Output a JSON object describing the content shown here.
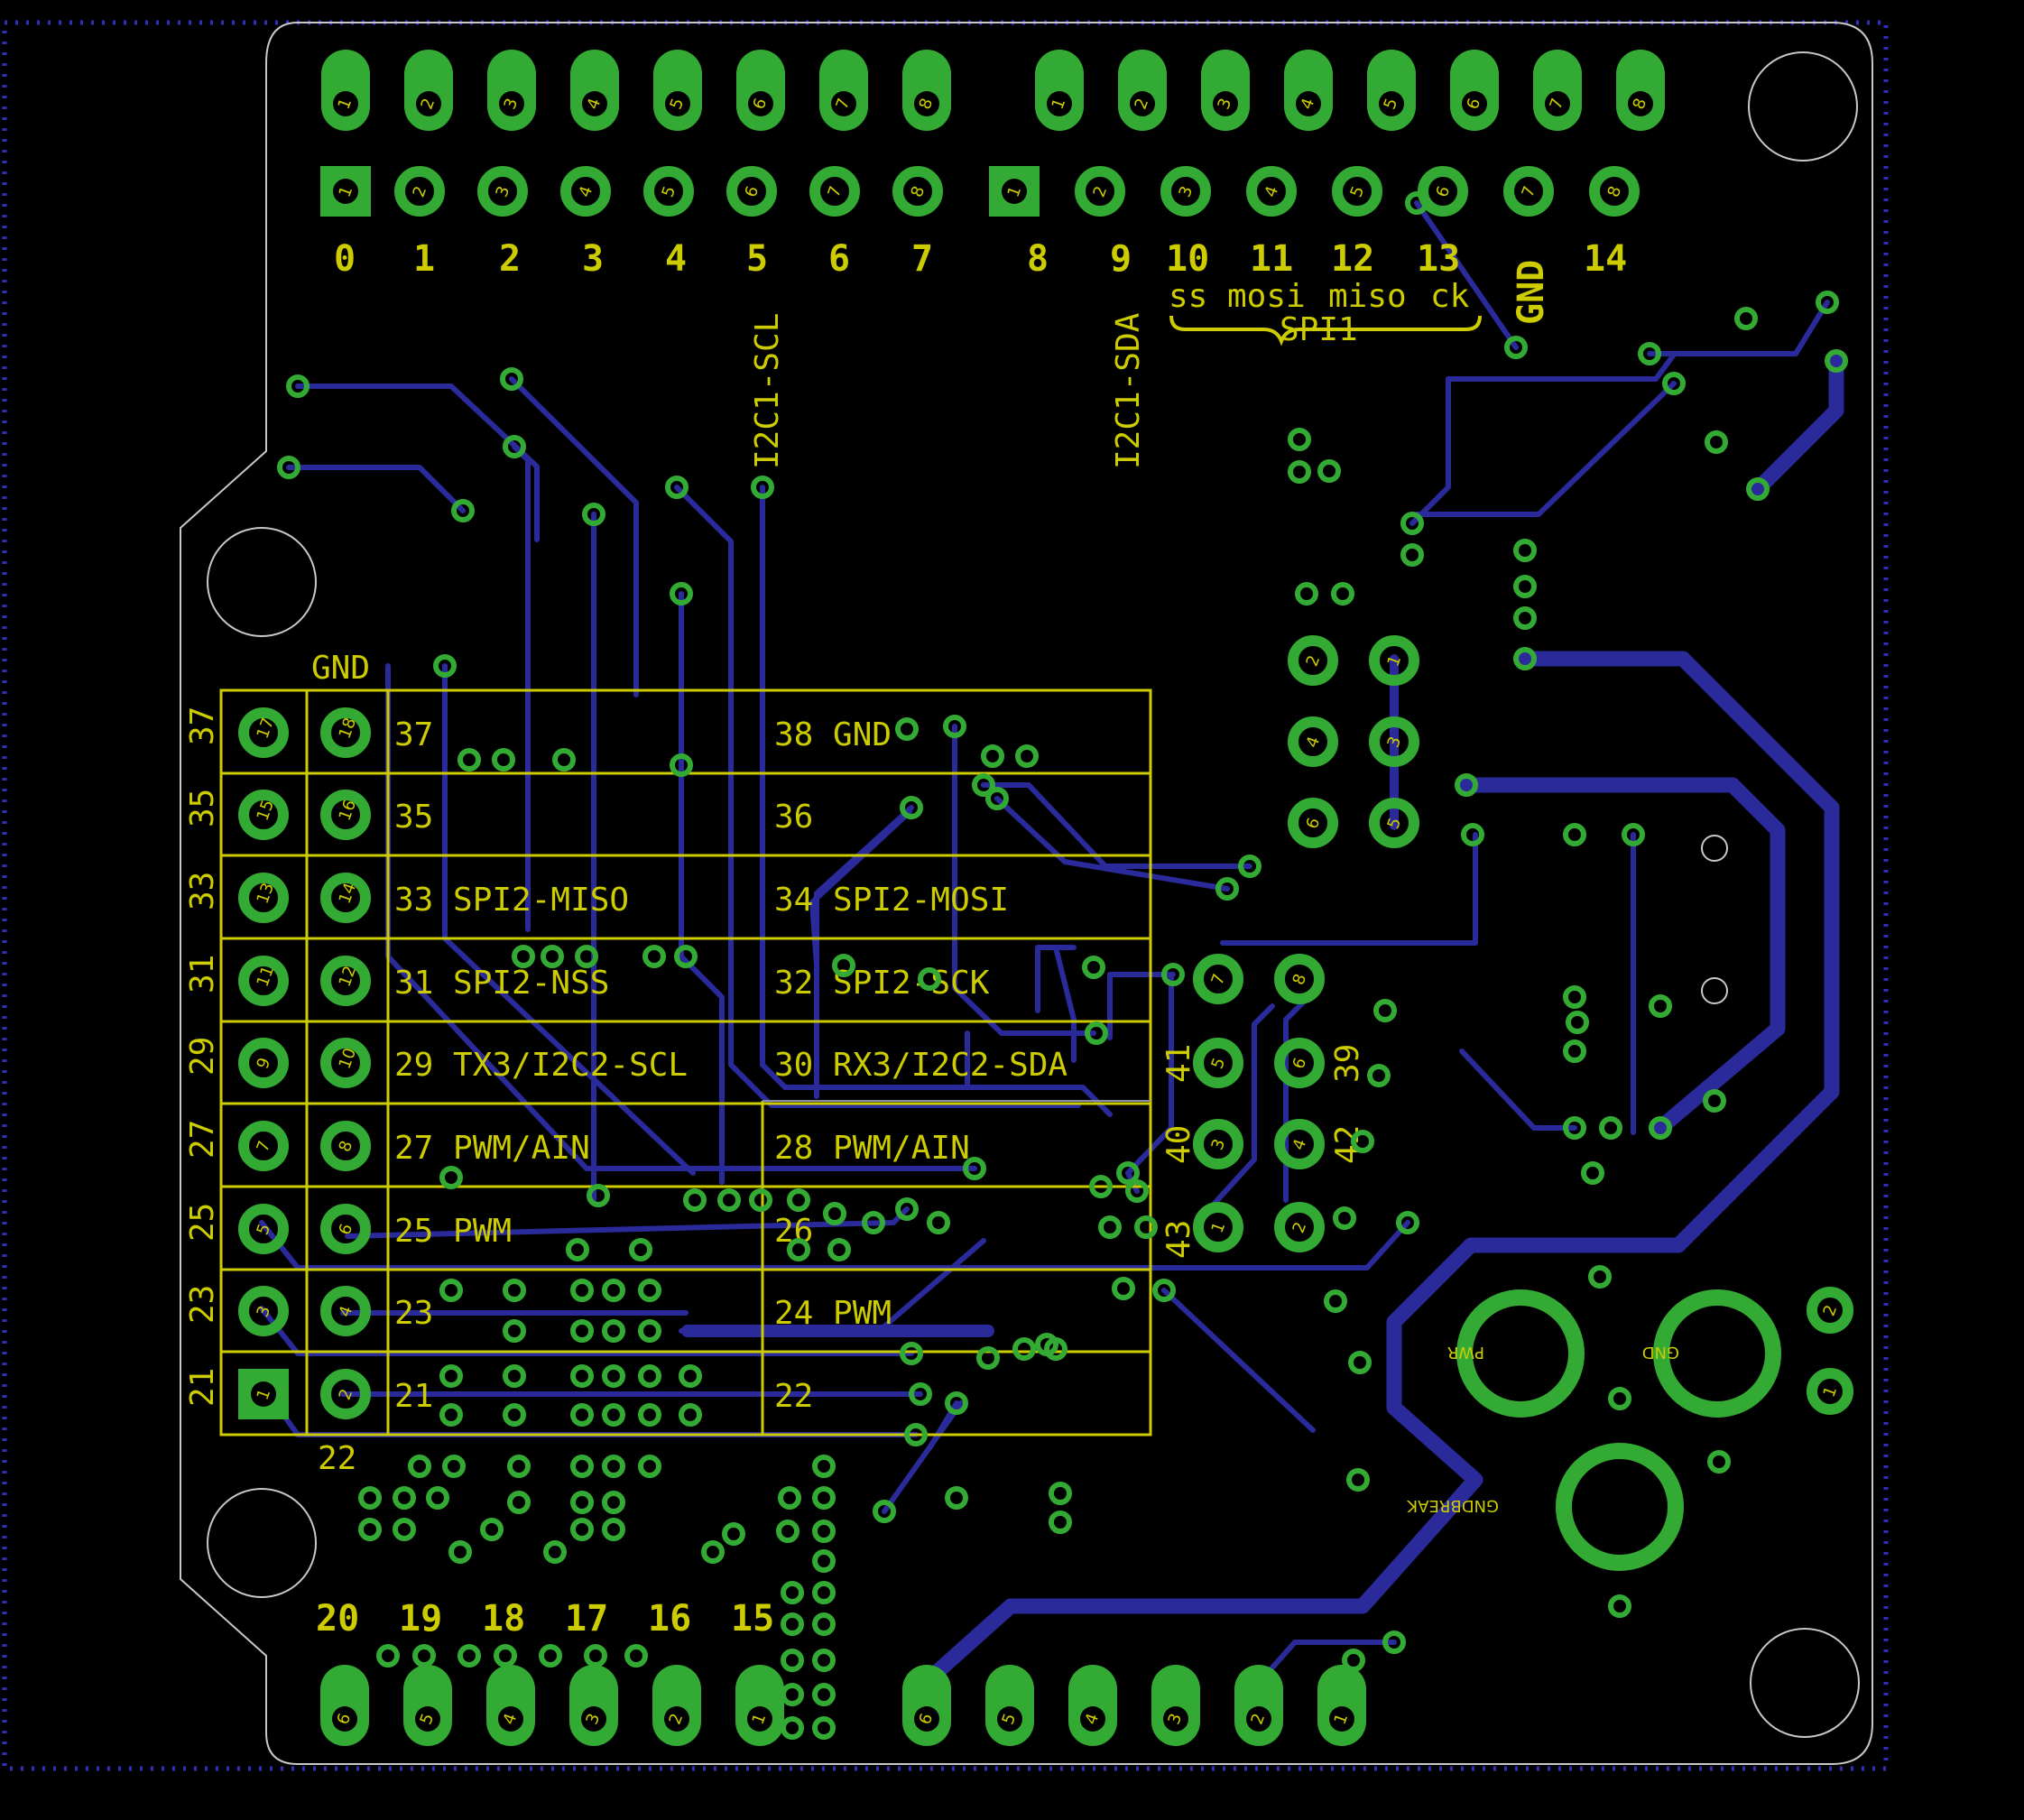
{
  "colors": {
    "background": "#000000",
    "outline": "#c8c8c8",
    "silkscreen": "#cccc00",
    "pad": "#33aa33",
    "trace": "#2a2a9a",
    "pin_number": "#cccc00",
    "border_dots": "#3030c0"
  },
  "header_top": {
    "pin_numbers": [
      "1",
      "2",
      "3",
      "4",
      "5",
      "6",
      "7",
      "8"
    ],
    "labels_left": [
      "0",
      "1",
      "2",
      "3",
      "4",
      "5",
      "6",
      "7"
    ],
    "labels_right": [
      "8",
      "9",
      "10",
      "11",
      "12",
      "13",
      "GND",
      "14"
    ]
  },
  "spi1": {
    "ss": "ss",
    "mosi": "mosi",
    "miso": "miso",
    "ck": "ck",
    "group": "SPI1"
  },
  "i2c1": {
    "scl": "I2C1-SCL",
    "sda": "I2C1-SDA"
  },
  "ext_header": {
    "gnd_label": "GND",
    "bottom_label": "22",
    "row_numbers": [
      "37",
      "35",
      "33",
      "31",
      "29",
      "27",
      "25",
      "23",
      "21"
    ],
    "pin_left": [
      "17",
      "15",
      "13",
      "11",
      "9",
      "7",
      "5",
      "3",
      "1"
    ],
    "pin_right": [
      "18",
      "16",
      "14",
      "12",
      "10",
      "8",
      "6",
      "4",
      "2"
    ],
    "left_col": [
      "37",
      "35",
      "33  SPI2-MISO",
      "31  SPI2-NSS",
      "29  TX3/I2C2-SCL",
      "27  PWM/AIN",
      "25  PWM",
      "23",
      "21"
    ],
    "right_col": [
      "38  GND",
      "36",
      "34  SPI2-MOSI",
      "32  SPI2-SCK",
      "30  RX3/I2C2-SDA",
      "28  PWM/AIN",
      "26",
      "24  PWM",
      "22"
    ]
  },
  "icsp": {
    "pins": [
      "2",
      "1",
      "4",
      "3",
      "6",
      "5"
    ]
  },
  "small_header": {
    "pins": [
      "7",
      "8",
      "5",
      "6",
      "3",
      "4",
      "1",
      "2"
    ],
    "labels_left": [
      "41",
      "40",
      "43"
    ],
    "labels_right": [
      "39",
      "42"
    ]
  },
  "power": {
    "pwr": "PWR",
    "gnd": "GND",
    "gndbreak": "GNDBREAK",
    "pins": [
      "2",
      "1"
    ]
  },
  "header_bottom": {
    "labels_left": [
      "20",
      "19",
      "18",
      "17",
      "16",
      "15"
    ],
    "pins": [
      "6",
      "5",
      "4",
      "3",
      "2",
      "1"
    ]
  }
}
